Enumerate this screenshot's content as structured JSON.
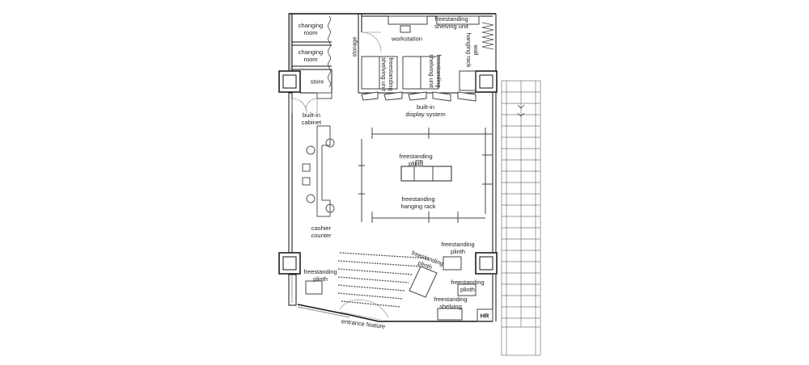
{
  "plan": {
    "labels": {
      "changing_room_1": "changing\nroom",
      "changing_room_2": "changing\nroom",
      "store": "store",
      "storage": "storage",
      "workstation": "workstation",
      "freestanding_shelving_unit_top": "freestanding\nshelving unit",
      "hanging_rack_wall": "wall\nhanging rack",
      "freestanding_shelving_unit_1": "freestanding\nshelving unit",
      "freestanding_shelving_unit_2": "freestanding\nshelving unit",
      "built_in_cabinet": "built-in\ncabinet",
      "built_in_display_system": "built-in\ndisplay system",
      "freestanding_plinth_center": "freestanding\nplinth",
      "freestanding_hanging_rack": "freestanding\nhanging rack",
      "cashier_counter": "cashier\ncounter",
      "freestanding_plinth_right_1": "freestanding\nplinth",
      "freestanding_plinth_angled": "freestanding\nplinth",
      "freestanding_plinth_right_2": "freestanding\nplinth",
      "freestanding_plinth_left": "freestanding\nplinth",
      "freestanding_shelving_bottom": "freestanding\nshelving",
      "entrance_feature": "entrance feature",
      "hr_tag": "HR"
    },
    "colors": {
      "wall": "#111111",
      "line": "#444444",
      "light_line": "#999999",
      "fill_column": "#ffffff"
    }
  }
}
